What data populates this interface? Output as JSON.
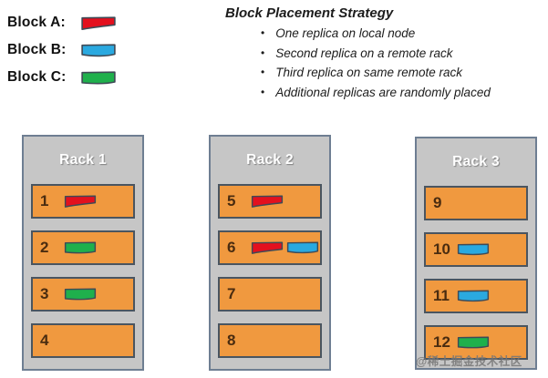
{
  "legend": {
    "items": [
      {
        "label": "Block A:",
        "block": "A"
      },
      {
        "label": "Block B:",
        "block": "B"
      },
      {
        "label": "Block C:",
        "block": "C"
      }
    ]
  },
  "strategy": {
    "title": "Block Placement Strategy",
    "bullets": [
      "One replica on local node",
      "Second replica on a remote rack",
      "Third replica on same remote rack",
      "Additional replicas are randomly placed"
    ]
  },
  "racks": [
    {
      "label": "Rack 1",
      "nodes": [
        {
          "id": "1",
          "blocks": [
            "A"
          ]
        },
        {
          "id": "2",
          "blocks": [
            "C"
          ]
        },
        {
          "id": "3",
          "blocks": [
            "C"
          ]
        },
        {
          "id": "4",
          "blocks": []
        }
      ]
    },
    {
      "label": "Rack 2",
      "nodes": [
        {
          "id": "5",
          "blocks": [
            "A"
          ]
        },
        {
          "id": "6",
          "blocks": [
            "A",
            "B"
          ]
        },
        {
          "id": "7",
          "blocks": []
        },
        {
          "id": "8",
          "blocks": []
        }
      ]
    },
    {
      "label": "Rack 3",
      "nodes": [
        {
          "id": "9",
          "blocks": []
        },
        {
          "id": "10",
          "blocks": [
            "B"
          ]
        },
        {
          "id": "11",
          "blocks": [
            "B"
          ]
        },
        {
          "id": "12",
          "blocks": [
            "C"
          ]
        }
      ]
    }
  ],
  "watermark": "@稀土掘金技术社区",
  "colors": {
    "block_a": "#e3101e",
    "block_b": "#2aa9e0",
    "block_c": "#1fb04c",
    "block_border": "#3f4a56",
    "node_fill": "#f0993f",
    "node_border": "#4a5560",
    "node_number": "#4a2c10",
    "rack_fill": "#c6c6c6",
    "rack_border": "#6e7e92"
  }
}
